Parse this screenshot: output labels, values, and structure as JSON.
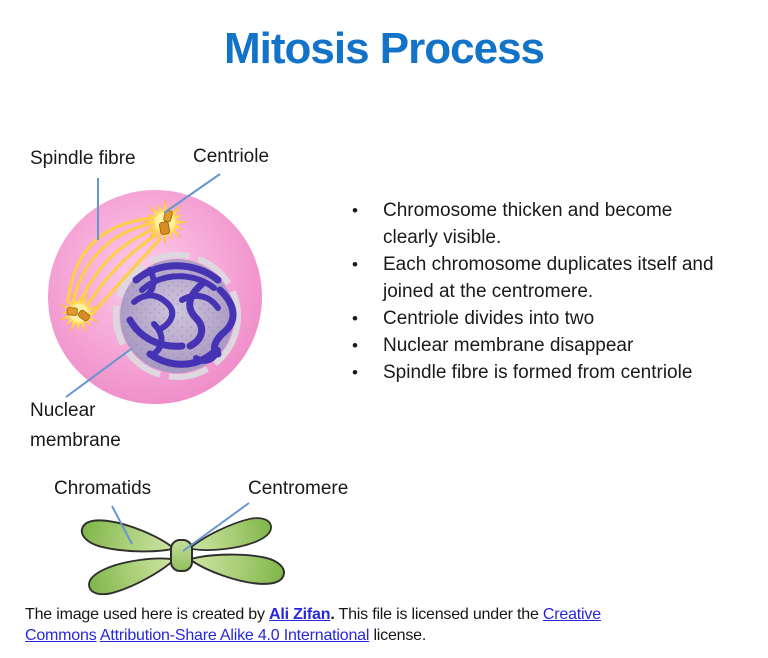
{
  "title": "Mitosis Process",
  "bullet_glyph": "•",
  "bullets": [
    "Chromosome thicken and become clearly visible.",
    "Each chromosome duplicates itself and joined at the centromere.",
    "Centriole divides into two",
    "Nuclear membrane disappear",
    "Spindle fibre is formed from centriole"
  ],
  "cell_diagram": {
    "labels": {
      "spindle_fibre": "Spindle fibre",
      "centriole": "Centriole",
      "nuclear_membrane": "Nuclear membrane"
    }
  },
  "chromosome_diagram": {
    "labels": {
      "chromatids": "Chromatids",
      "centromere": "Centromere"
    }
  },
  "attribution": {
    "line1": {
      "text_before": "The image used here is created by ",
      "author": "Ali Zifan",
      "period": ".",
      "text_middle": " This file is licensed under the ",
      "link_creative": "Creative"
    },
    "line2": {
      "link_commons": "Commons",
      "link_license": "Attribution-Share Alike 4.0 International",
      "text_after": " license."
    }
  },
  "colors": {
    "title_blue": "#1273c8",
    "link_blue": "#2727dd",
    "cell_pink": "#f5a5d7",
    "nucleus_purple": "#af9fc8",
    "chromosome_blue": "#4533b4",
    "spindle_yellow": "#fdce4b",
    "centriole_orange": "#e09228",
    "chromatid_green": "#8fbe5b",
    "leader_blue": "#6695cf",
    "text_black": "#1a1a1a"
  }
}
